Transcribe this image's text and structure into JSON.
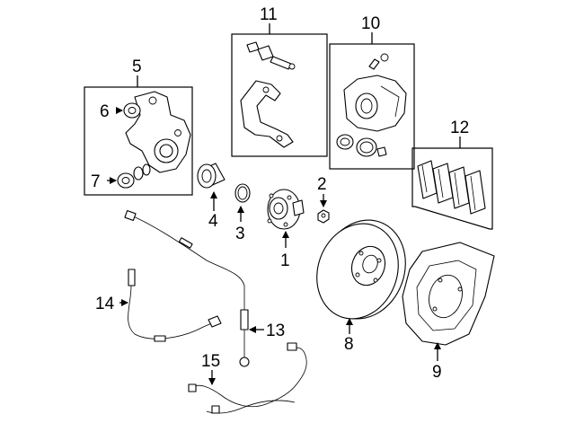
{
  "callouts": [
    {
      "id": "1",
      "label": "1"
    },
    {
      "id": "2",
      "label": "2"
    },
    {
      "id": "3",
      "label": "3"
    },
    {
      "id": "4",
      "label": "4"
    },
    {
      "id": "5",
      "label": "5"
    },
    {
      "id": "6",
      "label": "6"
    },
    {
      "id": "7",
      "label": "7"
    },
    {
      "id": "8",
      "label": "8"
    },
    {
      "id": "9",
      "label": "9"
    },
    {
      "id": "10",
      "label": "10"
    },
    {
      "id": "11",
      "label": "11"
    },
    {
      "id": "12",
      "label": "12"
    },
    {
      "id": "13",
      "label": "13"
    },
    {
      "id": "14",
      "label": "14"
    },
    {
      "id": "15",
      "label": "15"
    }
  ],
  "colors": {
    "line": "#000000",
    "background": "#ffffff"
  }
}
